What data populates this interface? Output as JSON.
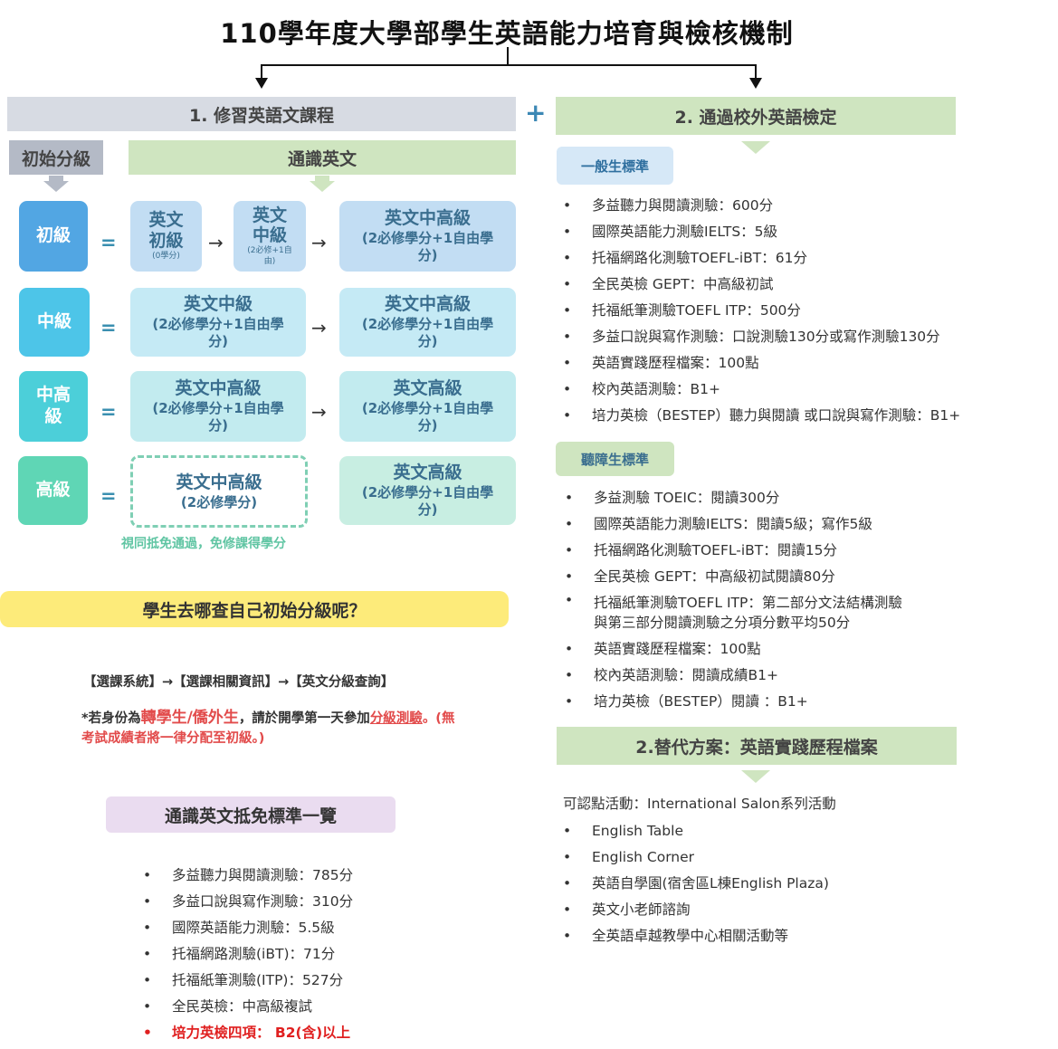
{
  "title": "110學年度大學部學生英語能力培育與檢核機制",
  "left_banner": "1. 修習英語文課程",
  "plus": "+",
  "right_banner": "2. 通過校外英語檢定",
  "initial_level_header": "初始分級",
  "general_english_header": "通識英文",
  "eq": "=",
  "arrow": "→",
  "rows": [
    {
      "level": "初級",
      "color": "#52a6e3",
      "a_title": "英文初級",
      "a_sub": "(0學分)",
      "b_title": "英文中級",
      "b_sub": "(2必修+1自由)",
      "c_title": "英文中高級",
      "c_sub": "(2必修學分+1自由學分)"
    },
    {
      "level": "中級",
      "color": "#4dc5e8",
      "b_title": "英文中級",
      "b_sub": "(2必修學分+1自由學分)",
      "c_title": "英文中高級",
      "c_sub": "(2必修學分+1自由學分)"
    },
    {
      "level": "中高級",
      "color": "#4ccfd9",
      "b_title": "英文中高級",
      "b_sub": "(2必修學分+1自由學分)",
      "c_title": "英文高級",
      "c_sub": "(2必修學分+1自由學分)"
    },
    {
      "level": "高級",
      "color": "#5fd6b5",
      "b_title": "英文中高級",
      "b_sub": "(2必修學分)",
      "c_title": "英文高級",
      "c_sub": "(2必修學分+1自由學分)"
    }
  ],
  "waiver_note": "視同抵免通過，免修課得學分",
  "question": "學生去哪查自己初始分級呢？",
  "path": "【選課系統】→【選課相關資訊】→【英文分級查詢】",
  "transfer_note": {
    "prefix": "*若身份為",
    "highlight1": "轉學生/僑外生",
    "middle": "，請於開學第一天參加",
    "highlight2": "分級測驗",
    "suffix": "。(無考試成績者將一律分配至初級。)"
  },
  "waiver_header": "通識英文抵免標準一覽",
  "waiver_list": [
    "多益聽力與閱讀測驗：785分",
    "多益口說與寫作測驗：310分",
    "國際英語能力測驗：5.5級",
    "托福網路測驗(iBT)：71分",
    "托福紙筆測驗(ITP)：527分",
    "全民英檢：中高級複試",
    "培力英檢四項： B2(含)以上"
  ],
  "general_std_label": "一般生標準",
  "general_std": [
    "多益聽力與閱讀測驗：600分",
    "國際英語能力測驗IELTS：5級",
    "托福網路化測驗TOEFL-iBT：61分",
    "全民英檢 GEPT：中高級初試",
    "托福紙筆測驗TOEFL ITP：500分",
    "多益口說與寫作測驗：口說測驗130分或寫作測驗130分",
    "英語實踐歷程檔案：100點",
    "校內英語測驗：B1+",
    "培力英檢（BESTEP）聽力與閱讀 或口說與寫作測驗：B1+"
  ],
  "hearing_std_label": "聽障生標準",
  "hearing_std": [
    "多益測驗 TOEIC：閱讀300分",
    "國際英語能力測驗IELTS：閱讀5級；寫作5級",
    "托福網路化測驗TOEFL-iBT：閱讀15分",
    "全民英檢 GEPT：中高級初試閱讀80分",
    "托福紙筆測驗TOEFL ITP：第二部分文法結構測驗與第三部分閱讀測驗之分項分數平均50分",
    "英語實踐歷程檔案：100點",
    "校內英語測驗：閱讀成績B1+",
    "培力英檢（BESTEP）閱讀 ：B1+"
  ],
  "alt_banner": "2.替代方案：英語實踐歷程檔案",
  "alt_intro": "可認點活動：International Salon系列活動",
  "alt_list": [
    "English Table",
    "English Corner",
    "英語自學園(宿舍區L棟English Plaza)",
    "英文小老師諮詢",
    "全英語卓越教學中心相關活動等"
  ],
  "colors": {
    "gray_banner": "#d7dbe3",
    "green_banner": "#cfe5c0",
    "yellow": "#fdeb7a",
    "lilac": "#eadcf0",
    "pill": "#d6e8f7",
    "red": "#e24b4b"
  }
}
